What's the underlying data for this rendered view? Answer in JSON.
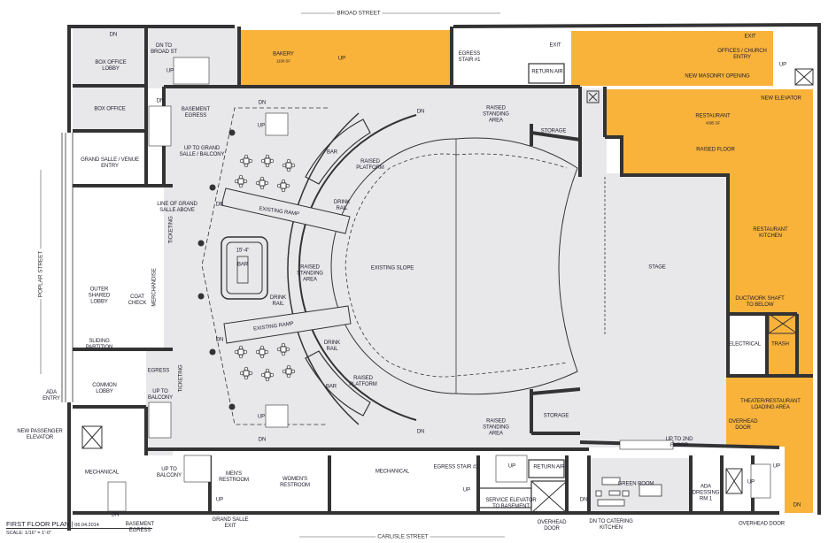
{
  "title": {
    "plan_name": "FIRST FLOOR PLAN",
    "date": "06.04.2014",
    "scale": "SCALE: 1/16\" = 1'-0\""
  },
  "streets": {
    "north": "BROAD STREET",
    "south": "CARLISLE STREET",
    "west": "POPLAR STREET"
  },
  "colors": {
    "tenant_space": "#f9b33b",
    "venue_floor": "#e8e7ea",
    "wall": "#333333"
  },
  "labels": {
    "dn_box_office": "DN",
    "box_office_lobby": "BOX OFFICE\nLOBBY",
    "dn_to_broad": "DN TO\nBROAD ST",
    "up_broad": "UP",
    "bakery": "BAKERY",
    "bakery_sf": "1100 SF",
    "up_bakery": "UP",
    "egress_stair_1": "EGRESS\nSTAIR #1",
    "exit_north": "EXIT",
    "return_air_north": "RETURN AIR",
    "exit_offices": "EXIT",
    "offices_church": "OFFICES / CHURCH\nENTRY",
    "up_offices": "UP",
    "new_masonry": "NEW MASONRY OPENING",
    "new_elevator": "NEW ELEVATOR",
    "restaurant": "RESTAURANT",
    "restaurant_sf": "4395 SF",
    "raised_floor": "RAISED FLOOR",
    "restaurant_kitchen": "RESTAURANT\nKITCHEN",
    "box_office": "BOX OFFICE",
    "dn_basement": "DN",
    "basement_egress": "BASEMENT\nEGRESS",
    "dn_nw": "DN",
    "up_nw": "UP",
    "up_grand_salle": "UP TO GRAND\nSALLE / BALCONY",
    "grand_salle_entry": "GRAND SALLE / VENUE\nENTRY",
    "line_grand_salle": "LINE OF GRAND\nSALLE ABOVE",
    "ticketing_north": "TICKETING",
    "dn_ramp_north": "DN",
    "existing_ramp_north": "EXISTING RAMP",
    "dn_north_mid": "DN",
    "raised_standing_north": "RAISED\nSTANDING\nAREA",
    "storage_north": "STORAGE",
    "bar_north": "BAR",
    "raised_platform_north": "RAISED\nPLATFORM",
    "drink_rail_north": "DRINK\nRAIL",
    "bar_dimension": "15'-4\"",
    "bar_center": "BAR",
    "raised_standing_center": "RAISED\nSTANDING\nAREA",
    "existing_slope": "EXISTING SLOPE",
    "stage": "STAGE",
    "drink_rail_center": "DRINK\nRAIL",
    "existing_ramp_south": "EXISTING RAMP",
    "dn_ramp_south": "DN",
    "drink_rail_south": "DRINK\nRAIL",
    "raised_platform_south": "RAISED\nPLATFORM",
    "bar_south": "BAR",
    "outer_shared_lobby": "OUTER\nSHARED\nLOBBY",
    "coat_check": "COAT\nCHECK",
    "merchandise": "MERCHANDISE",
    "sliding_partition": "SLIDING\nPARTITION",
    "egress_west": "EGRESS",
    "ticketing_south": "TICKETING",
    "up_to_balcony_lobby": "UP TO\nBALCONY",
    "common_lobby": "COMMON\nLOBBY",
    "ada_entry": "ADA\nENTRY",
    "new_passenger_elevator": "NEW PASSENGER\nELEVATOR",
    "up_sw": "UP",
    "dn_sw": "DN",
    "mechanical_west": "MECHANICAL",
    "up_to_balcony_south": "UP TO\nBALCONY",
    "mens_restroom": "MEN'S\nRESTROOM",
    "womens_restroom": "WOMEN'S\nRESTROOM",
    "up_restroom": "UP",
    "dn_basement_south": "DN",
    "basement_egress_south": "BASEMENT\nEGRESS",
    "grand_salle_exit": "GRAND SALLE\nEXIT",
    "mechanical_south": "MECHANICAL",
    "egress_stair_2": "EGRESS STAIR #2",
    "up_egress_2": "UP",
    "raised_standing_south": "RAISED\nSTANDING\nAREA",
    "dn_south_mid": "DN",
    "storage_south": "STORAGE",
    "up_service": "UP",
    "return_air_south": "RETURN AIR",
    "service_elevator": "SERVICE ELEVATOR\nTO BASEMENT",
    "overhead_door_south": "OVERHEAD\nDOOR",
    "up_to_2nd_floor": "UP TO 2ND\nFLOOR",
    "green_room": "GREEN ROOM",
    "ada_dressing": "ADA\nDRESSING\nRM 1",
    "dn_catering": "DN",
    "dn_to_catering": "DN TO CATERING\nKITCHEN",
    "overhead_door_se": "OVERHEAD DOOR",
    "up_se1": "UP",
    "up_se2": "UP",
    "dn_se": "DN",
    "electrical": "ELECTRICAL",
    "trash": "TRASH",
    "ductwork_shaft": "DUCTWORK SHAFT\nTO BELOW",
    "loading_area": "THEATER/RESTAURANT\nLOADING AREA",
    "overhead_door_loading": "OVERHEAD\nDOOR"
  }
}
